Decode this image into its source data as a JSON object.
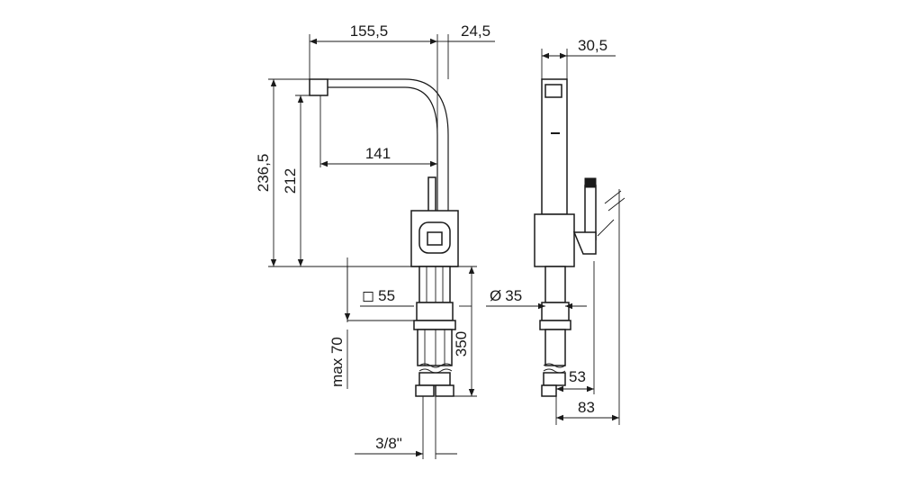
{
  "dimensions": {
    "spout_reach": "155,5",
    "spout_offset": "24,5",
    "body_depth": "30,5",
    "outlet_reach": "141",
    "total_height": "236,5",
    "outlet_height": "212",
    "square_base": "55",
    "round_base": "35",
    "max_deck": "max 70",
    "hose_length": "350",
    "hose_offset": "53",
    "overall_depth": "83",
    "connection_thread": "3/8\""
  },
  "symbols": {
    "square_symbol": "◻",
    "diameter_symbol": "Ø"
  },
  "colors": {
    "ink": "#1a1a1a",
    "background": "#ffffff"
  }
}
